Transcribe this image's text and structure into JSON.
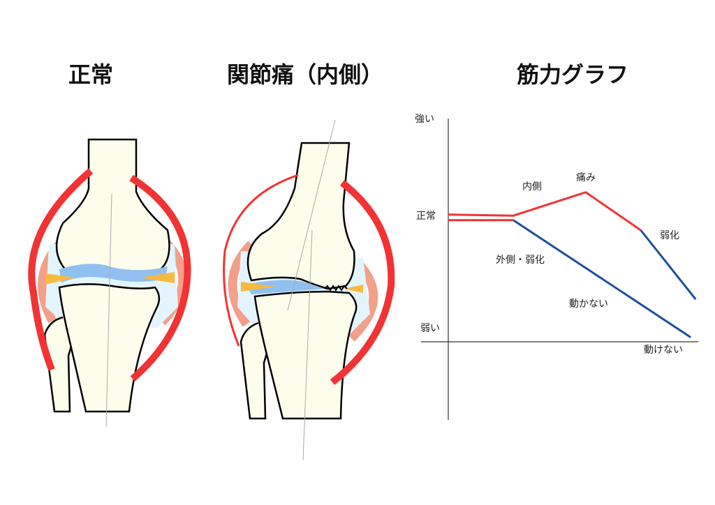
{
  "titles": {
    "normal": "正常",
    "joint_pain": "関節痛（内側）",
    "muscle_graph": "筋力グラフ"
  },
  "colors": {
    "ligament": "#f23333",
    "capsule": "#f3a08a",
    "cartilage": "#8fc0f0",
    "synovial": "#e4f4fc",
    "meniscus": "#f7b940",
    "bone": "#fdfdeb",
    "weak_line": "#1b4fa0"
  },
  "chart_data": {
    "type": "line",
    "title": "筋力グラフ",
    "ylabel_top": "強い",
    "ylabel_bottom": "弱い",
    "y_mid_label": "正常",
    "xlabel": "動けない",
    "xlim": [
      0,
      10
    ],
    "ylim": [
      0,
      10
    ],
    "series": [
      {
        "name": "内側",
        "color": "#f23333",
        "points": [
          [
            0,
            5.7
          ],
          [
            2.6,
            5.65
          ],
          [
            5.5,
            6.7
          ],
          [
            7.7,
            5.0
          ]
        ]
      },
      {
        "name": "外側",
        "color": "#f23333",
        "points": [
          [
            0,
            5.45
          ],
          [
            2.6,
            5.45
          ]
        ]
      },
      {
        "name": "外側・弱化",
        "color": "#1b4fa0",
        "points": [
          [
            2.6,
            5.45
          ],
          [
            9.7,
            0.2
          ]
        ]
      },
      {
        "name": "弱化",
        "color": "#1b4fa0",
        "points": [
          [
            7.7,
            5.0
          ],
          [
            9.9,
            1.9
          ]
        ]
      }
    ],
    "annotations": {
      "inner": "内側",
      "pain": "痛み",
      "weakened": "弱化",
      "outer_weakened": "外側・弱化",
      "not_moving": "動かない"
    }
  }
}
